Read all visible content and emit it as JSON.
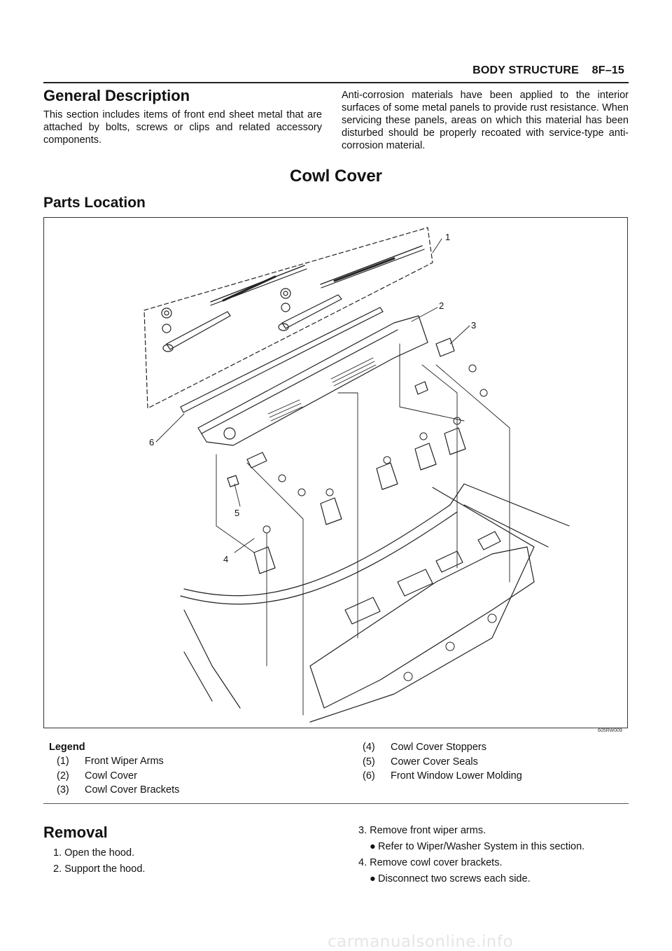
{
  "header": {
    "section": "BODY STRUCTURE",
    "page": "8F–15"
  },
  "general_description": {
    "title": "General Description",
    "text": "This section includes items of front end sheet metal that are attached by bolts, screws or clips and related accessory components."
  },
  "anti_corrosion": {
    "text": "Anti-corrosion materials have been applied to the interior surfaces of some metal panels to provide rust resistance. When servicing these panels, areas on which this material has been disturbed should be properly recoated with service-type anti-corrosion material."
  },
  "section_title": "Cowl Cover",
  "parts_location": {
    "title": "Parts Location",
    "figure_code": "605RW009",
    "callouts": [
      "1",
      "2",
      "3",
      "4",
      "5",
      "6"
    ]
  },
  "legend": {
    "heading": "Legend",
    "items": [
      {
        "num": "(1)",
        "label": "Front Wiper Arms"
      },
      {
        "num": "(2)",
        "label": "Cowl Cover"
      },
      {
        "num": "(3)",
        "label": "Cowl Cover Brackets"
      },
      {
        "num": "(4)",
        "label": "Cowl Cover Stoppers"
      },
      {
        "num": "(5)",
        "label": "Cower Cover Seals"
      },
      {
        "num": "(6)",
        "label": "Front Window Lower Molding"
      }
    ]
  },
  "removal": {
    "title": "Removal",
    "steps": [
      {
        "text": "1. Open the hood."
      },
      {
        "text": "2. Support the hood."
      },
      {
        "text": "3. Remove front wiper arms.",
        "sub": "Refer to Wiper/Washer System in this section."
      },
      {
        "text": "4. Remove cowl cover brackets.",
        "sub": "Disconnect two screws each side."
      }
    ]
  },
  "bullet_glyph": "●",
  "watermark": "carmanualsonline.info"
}
